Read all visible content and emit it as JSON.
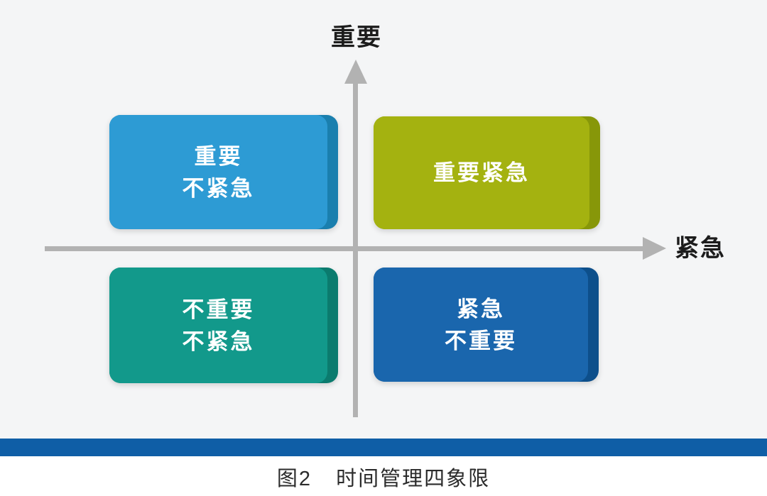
{
  "diagram": {
    "type": "quadrant-matrix",
    "background_color": "#f4f5f6",
    "axes": {
      "y_label": "重要",
      "x_label": "紧急",
      "axis_color": "#b2b2b2",
      "label_color": "#1c1c1c"
    },
    "quadrants": [
      {
        "id": "top-left",
        "lines": [
          "重要",
          "不紧急"
        ],
        "face_color": "#2d9bd4",
        "side_color": "#1a7fae"
      },
      {
        "id": "top-right",
        "lines": [
          "重要紧急"
        ],
        "face_color": "#a4b210",
        "side_color": "#879709"
      },
      {
        "id": "bottom-left",
        "lines": [
          "不重要",
          "不紧急"
        ],
        "face_color": "#12998b",
        "side_color": "#0b7b6e"
      },
      {
        "id": "bottom-right",
        "lines": [
          "紧急",
          "不重要"
        ],
        "face_color": "#1a66ad",
        "side_color": "#0d4f8b"
      }
    ],
    "divider_color": "#0f5ea6",
    "caption": {
      "prefix": "图2",
      "title": "时间管理四象限"
    }
  }
}
